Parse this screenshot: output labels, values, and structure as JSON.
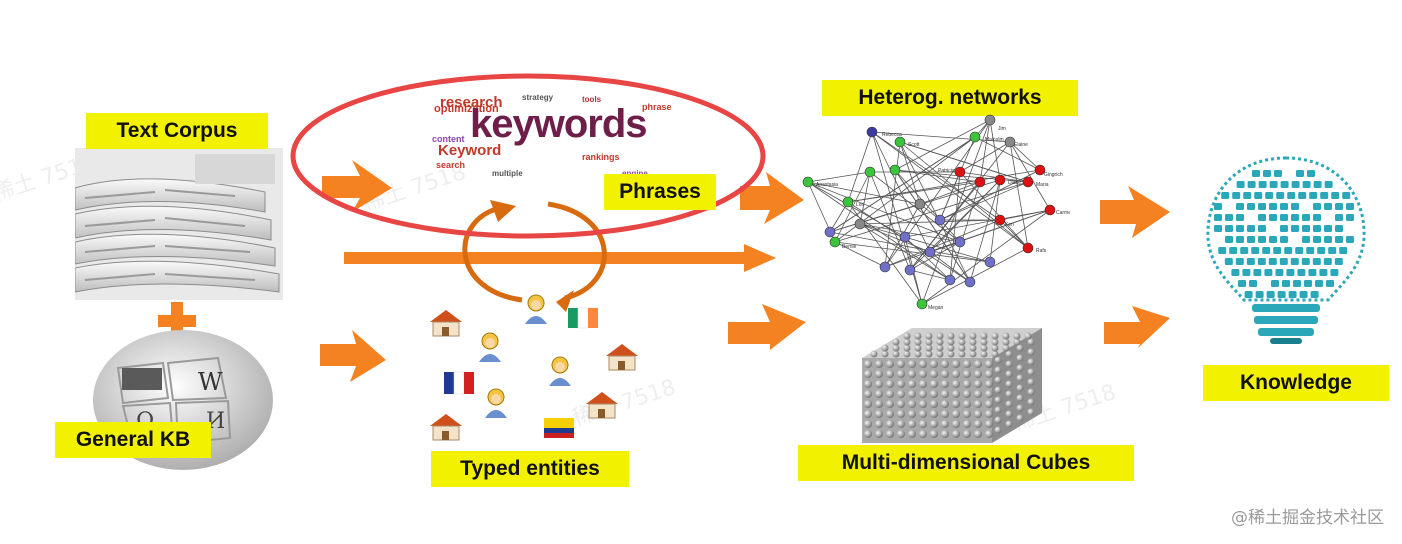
{
  "labels": {
    "text_corpus": "Text Corpus",
    "general_kb": "General KB",
    "phrases": "Phrases",
    "typed_entities": "Typed entities",
    "heterog_networks": "Heterog. networks",
    "multidim_cubes": "Multi-dimensional Cubes",
    "knowledge": "Knowledge"
  },
  "wordcloud": {
    "main": "keywords",
    "secondary": "Keyword",
    "top": "research"
  },
  "network_names": [
    "Rebecca",
    "Scott",
    "Anastasia",
    "Lori",
    "Bernie",
    "Megan",
    "Patricia",
    "Malcolm",
    "Jim",
    "Elaine",
    "Diane",
    "Maria",
    "Gingrich",
    "Carmen",
    "Ken",
    "Rafs"
  ],
  "watermark": "@稀土掘金技术社区",
  "ghost_text": "稀土 7518",
  "colors": {
    "label_bg": "#f2f200",
    "arrow": "#f58220",
    "circle_highlight": "#e84545",
    "node_green": "#3cc43c",
    "node_red": "#dd1111",
    "node_purple": "#7070c8",
    "node_blue": "#3a3aa0",
    "bulb": "#2aa7b8"
  }
}
